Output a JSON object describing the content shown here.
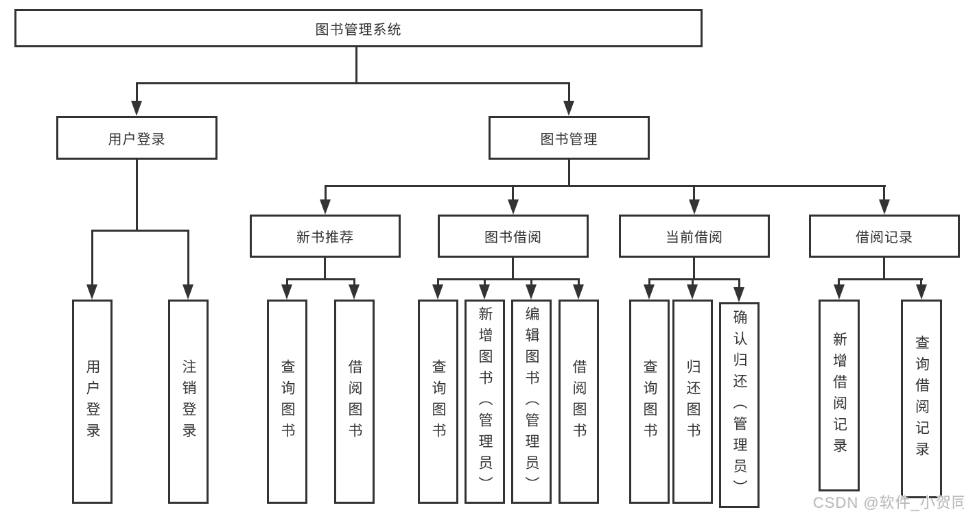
{
  "diagram": {
    "nodes": {
      "root": "图书管理系统",
      "user_login": "用户登录",
      "book_mgmt": "图书管理",
      "new_book_rec": "新书推荐",
      "book_borrow": "图书借阅",
      "current_borrow": "当前借阅",
      "borrow_records": "借阅记录",
      "leaf_user_login": "用户登录",
      "leaf_logout": "注销登录",
      "leaf_query_book_rec": "查询图书",
      "leaf_borrow_book_rec": "借阅图书",
      "leaf_query_book_borrow": "查询图书",
      "leaf_add_book_admin": "新增图书（管理员）",
      "leaf_edit_book_admin": "编辑图书（管理员）",
      "leaf_borrow_book_borrow": "借阅图书",
      "leaf_query_book_current": "查询图书",
      "leaf_return_book": "归还图书",
      "leaf_confirm_return_admin": "确认归还（管理员）",
      "leaf_add_borrow_record": "新增借阅记录",
      "leaf_query_borrow_record": "查询借阅记录"
    },
    "colors": {
      "line": "#333333",
      "box_border": "#333333",
      "background": "#ffffff"
    }
  },
  "watermark": {
    "text": "CSDN @软件_小贺同学",
    "color": "#b9b9b9"
  }
}
